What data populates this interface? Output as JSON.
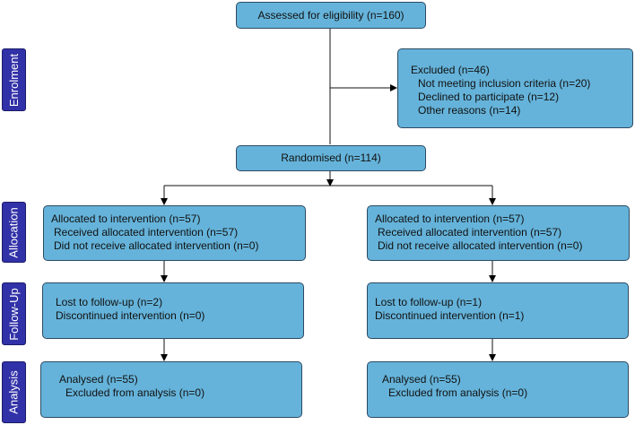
{
  "colors": {
    "box_fill": "#65b3da",
    "box_border": "#2c4a63",
    "stage_label": "#3131a8"
  },
  "stages": [
    "Enrolment",
    "Allocation",
    "Follow-Up",
    "Analysis"
  ],
  "assessed": "Assessed for eligibility (n=160)",
  "excluded": {
    "title": "Excluded (n=46)",
    "items": [
      "Not meeting inclusion criteria (n=20)",
      "Declined to participate (n=12)",
      "Other reasons (n=14)"
    ]
  },
  "randomised": "Randomised (n=114)",
  "arms": [
    {
      "allocation": {
        "title": "Allocated to intervention (n=57)",
        "items": [
          "Received allocated intervention (n=57)",
          "Did not receive allocated intervention (n=0)"
        ]
      },
      "followup": [
        "Lost to follow-up (n=2)",
        "Discontinued intervention (n=0)"
      ],
      "analysis": {
        "title": "Analysed (n=55)",
        "items": [
          "Excluded from analysis (n=0)"
        ]
      }
    },
    {
      "allocation": {
        "title": "Allocated to intervention (n=57)",
        "items": [
          "Received allocated intervention (n=57)",
          "Did not receive allocated intervention (n=0)"
        ]
      },
      "followup": [
        "Lost to follow-up (n=1)",
        "Discontinued intervention (n=1)"
      ],
      "analysis": {
        "title": "Analysed (n=55)",
        "items": [
          "Excluded from analysis (n=0)"
        ]
      }
    }
  ]
}
